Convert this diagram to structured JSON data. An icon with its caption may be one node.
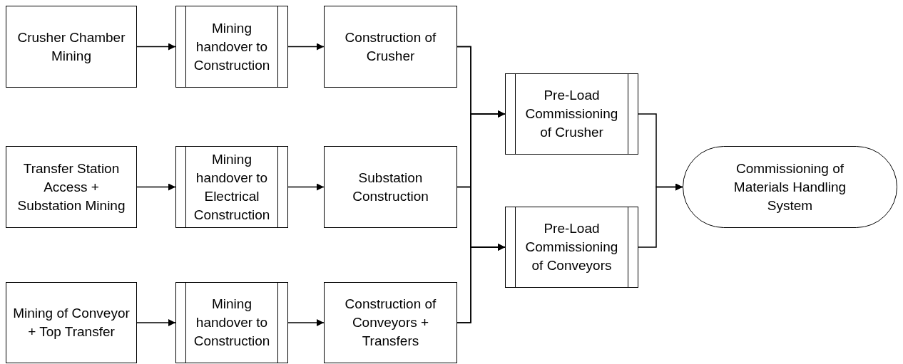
{
  "diagram": {
    "nodes": [
      {
        "text": [
          "Crusher Chamber Mining"
        ]
      },
      {
        "text": [
          "Mining handover to Construction"
        ]
      },
      {
        "text": [
          "Construction of Crusher"
        ]
      },
      {
        "text": [
          "Transfer Station Access + Substation Mining"
        ]
      },
      {
        "text": [
          "Mining handover to Electrical Construction"
        ]
      },
      {
        "text": [
          "Substation Construction"
        ]
      },
      {
        "text": [
          "Mining of Conveyor + Top Transfer"
        ]
      },
      {
        "text": [
          "Mining handover to Construction"
        ]
      },
      {
        "text": [
          "Construction of Conveyors + Transfers"
        ]
      },
      {
        "text": [
          "Pre-Load Commissioning of Crusher"
        ]
      },
      {
        "text": [
          "Pre-Load Commissioning of Conveyors"
        ]
      },
      {
        "text": [
          "Commissioning of Materials Handling System"
        ]
      }
    ],
    "edges": [
      {
        "from": 0,
        "to": 1,
        "arrow": "to"
      },
      {
        "from": 1,
        "to": 2,
        "arrow": "to"
      },
      {
        "from": 3,
        "to": 4,
        "arrow": "to"
      },
      {
        "from": 4,
        "to": 5,
        "arrow": "to"
      },
      {
        "from": 6,
        "to": 7,
        "arrow": "to"
      },
      {
        "from": 7,
        "to": 8,
        "arrow": "to"
      },
      {
        "from": 2,
        "to": 9,
        "arrow": "to"
      },
      {
        "from": 2,
        "to": 10,
        "arrow": "to"
      },
      {
        "from": 5,
        "to": 9,
        "arrow": "to"
      },
      {
        "from": 5,
        "to": 10,
        "arrow": "to"
      },
      {
        "from": 8,
        "to": 9,
        "arrow": "to"
      },
      {
        "from": 8,
        "to": 10,
        "arrow": "to"
      },
      {
        "from": 9,
        "to": 11,
        "arrow": "to"
      },
      {
        "from": 10,
        "to": 11,
        "arrow": "to"
      }
    ]
  }
}
